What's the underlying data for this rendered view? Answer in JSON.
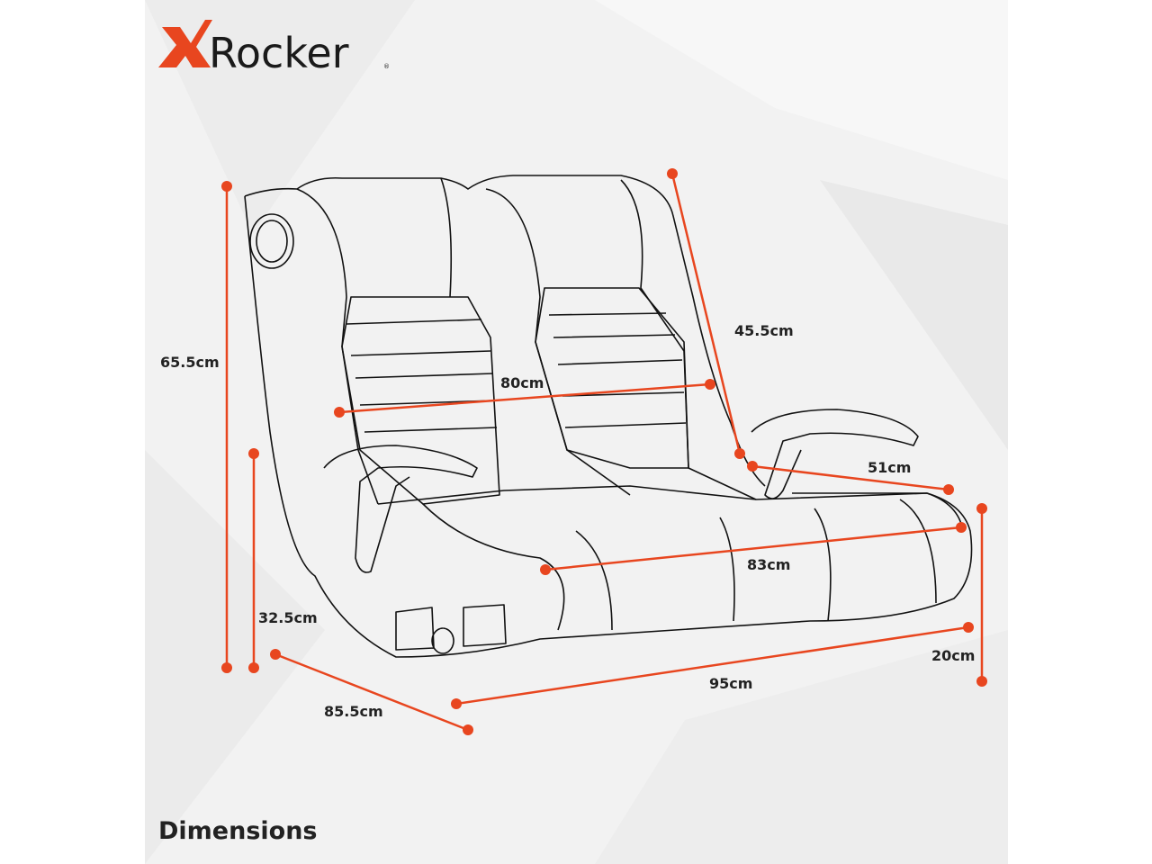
{
  "brand": {
    "logo_text": "XRocker",
    "x_color": "#e8461f"
  },
  "caption": "Dimensions",
  "accent_color": "#e8461f",
  "dimensions": {
    "total_height": "65.5cm",
    "seat_height": "32.5cm",
    "depth": "85.5cm",
    "width": "95cm",
    "base_height": "20cm",
    "seat_width": "83cm",
    "seat_depth": "51cm",
    "backrest_depth": "45.5cm",
    "backrest_width": "80cm"
  }
}
